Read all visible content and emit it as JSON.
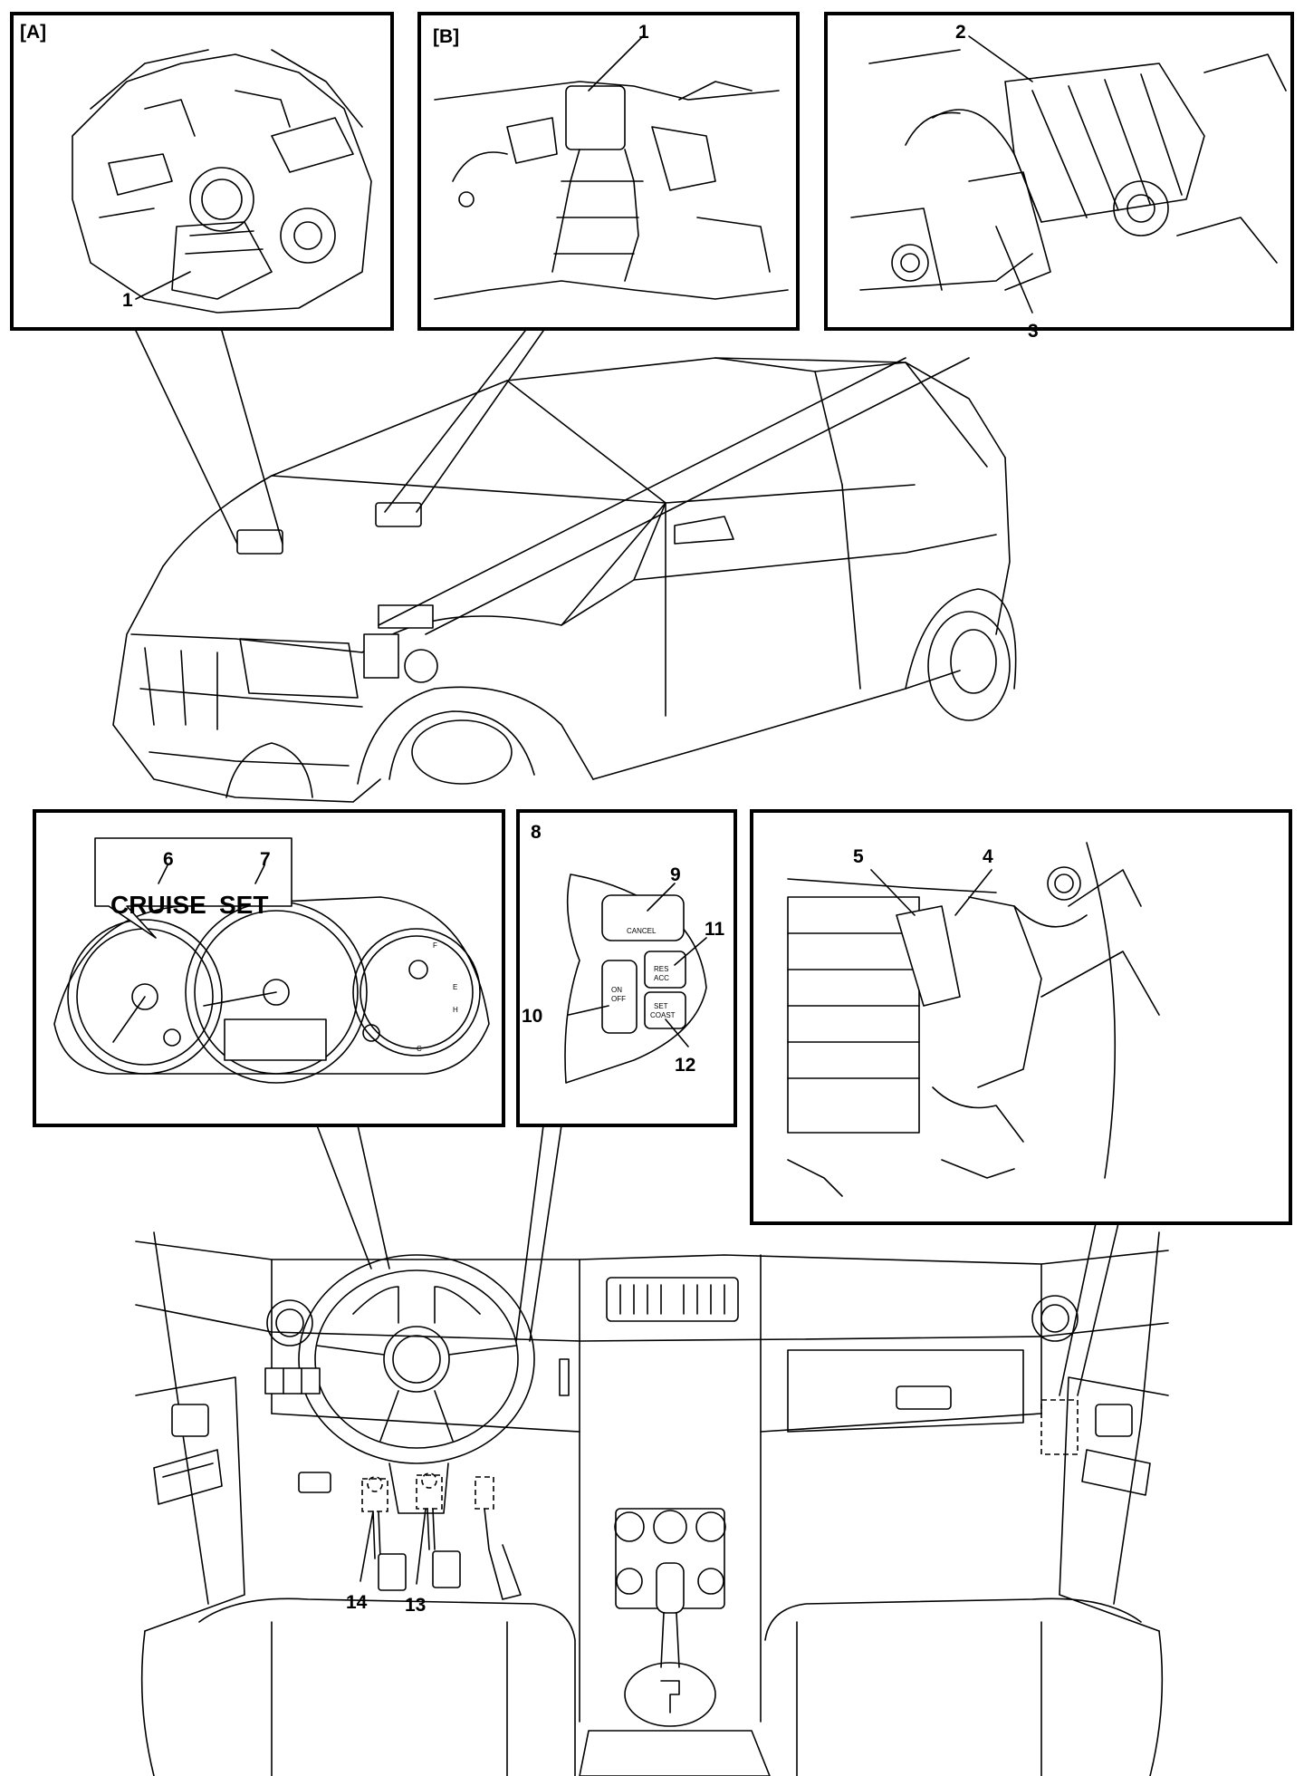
{
  "panels": {
    "a": {
      "tag": "[A]",
      "callout": "1"
    },
    "b": {
      "tag": "[B]",
      "callout": "1"
    },
    "ecm": {
      "callout_top": "2",
      "callout_bottom": "3"
    },
    "meter": {
      "callout_cruise": "6",
      "callout_set": "7",
      "cruise_text": "CRUISE",
      "set_text": "SET"
    },
    "switch": {
      "tag": "8",
      "callout_cancel": "9",
      "callout_onoff": "10",
      "callout_res": "11",
      "callout_set": "12",
      "cancel_text": "CANCEL",
      "on_text": "ON",
      "off_text": "OFF",
      "res_text": "RES",
      "acc_text": "ACC",
      "set_text": "SET",
      "coast_text": "COAST"
    },
    "under_dash": {
      "callout_left": "5",
      "callout_right": "4"
    }
  },
  "pedals": {
    "callout_left": "14",
    "callout_right": "13"
  },
  "colors": {
    "ink": "#000000",
    "paper": "#ffffff"
  }
}
